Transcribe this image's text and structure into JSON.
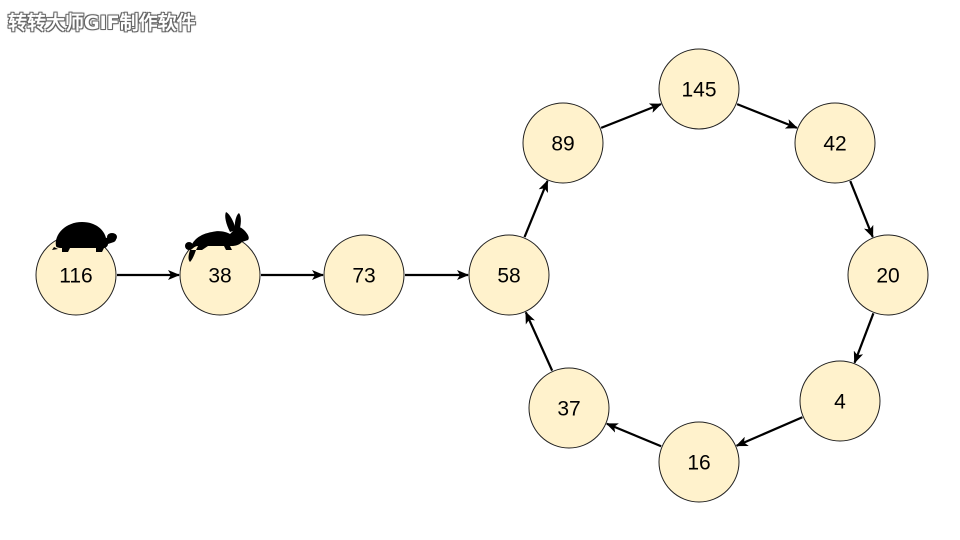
{
  "watermark": "转转大师GIF制作软件",
  "colors": {
    "node_fill": "#fff2cc",
    "node_stroke": "#222222",
    "edge": "#000000",
    "background": "#ffffff"
  },
  "nodes": [
    {
      "id": "n116",
      "label": "116"
    },
    {
      "id": "n38",
      "label": "38"
    },
    {
      "id": "n73",
      "label": "73"
    },
    {
      "id": "n58",
      "label": "58"
    },
    {
      "id": "n89",
      "label": "89"
    },
    {
      "id": "n145",
      "label": "145"
    },
    {
      "id": "n42",
      "label": "42"
    },
    {
      "id": "n20",
      "label": "20"
    },
    {
      "id": "n4",
      "label": "4"
    },
    {
      "id": "n16",
      "label": "16"
    },
    {
      "id": "n37",
      "label": "37"
    }
  ],
  "edges": [
    {
      "from": "n116",
      "to": "n38"
    },
    {
      "from": "n38",
      "to": "n73"
    },
    {
      "from": "n73",
      "to": "n58"
    },
    {
      "from": "n58",
      "to": "n89"
    },
    {
      "from": "n89",
      "to": "n145"
    },
    {
      "from": "n145",
      "to": "n42"
    },
    {
      "from": "n42",
      "to": "n20"
    },
    {
      "from": "n20",
      "to": "n4"
    },
    {
      "from": "n4",
      "to": "n16"
    },
    {
      "from": "n16",
      "to": "n37"
    },
    {
      "from": "n37",
      "to": "n58"
    }
  ],
  "markers": [
    {
      "icon": "tortoise-icon",
      "on": "n116"
    },
    {
      "icon": "rabbit-icon",
      "on": "n38"
    }
  ]
}
